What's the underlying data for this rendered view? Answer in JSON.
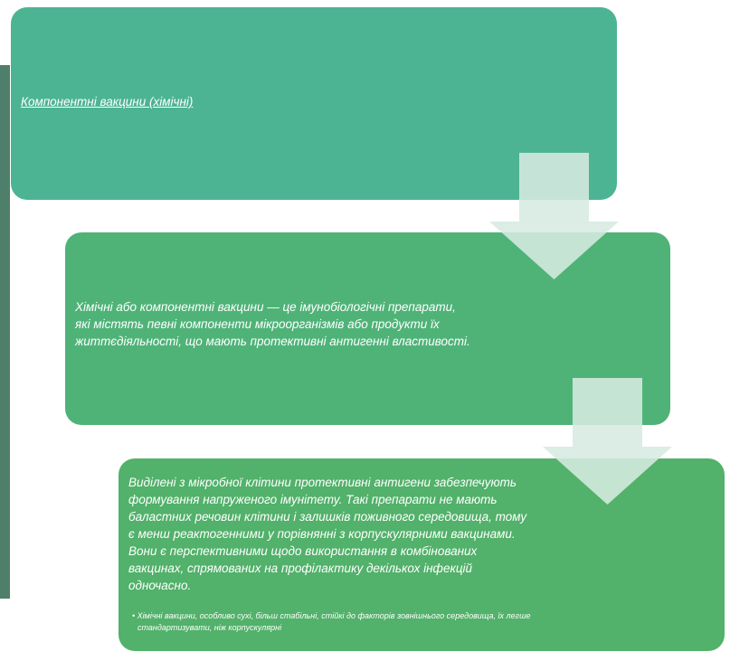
{
  "steps": [
    {
      "title": "Компонентні вакцини (хімічні)"
    },
    {
      "text": "Хімічні або компонентні вакцини — це імунобіологічні препарати, які містять певні компоненти мікроорганізмів або продукти їх життєдіяльності, що мають протективні антигенні властивості."
    },
    {
      "text": "Виділені з мікробної клітини протективні антигени забезпечують формування напруженого імунітету. Такі препарати не мають баластних речовин клітини і залишків поживного середовища, тому є менш реактогенними у порівнянні з корпускулярними вакцинами. Вони є перспективними щодо використання в комбінованих вакцинах, спрямованих на профілактику декількох інфекцій одночасно.",
      "bullet": "Хімічні вакцини, особливо сухі, більш стабільні, стійкі до факторів зовнішнього середовища, їх легше стандартизувати, ніж корпускулярні"
    }
  ],
  "colors": {
    "box1": "#4db493",
    "box2": "#4fb378",
    "box3": "#52b16a",
    "arrow": "#d6ebe0",
    "side_bar": "#4e7f6a"
  }
}
